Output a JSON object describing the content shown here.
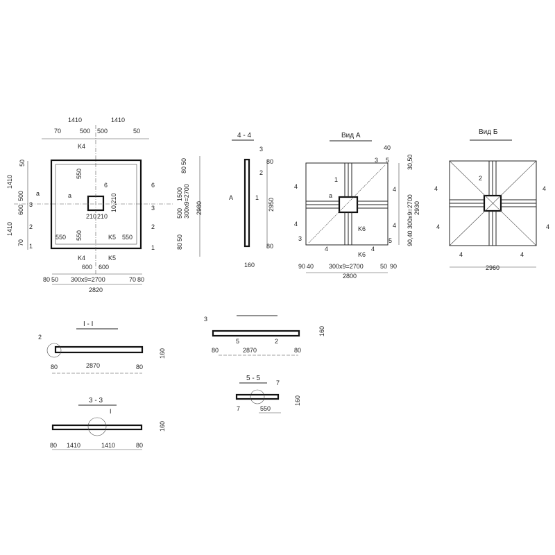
{
  "plan": {
    "top_dims": [
      "1410",
      "1410"
    ],
    "top_sub": [
      "70",
      "500",
      "500",
      "50"
    ],
    "left_dims": [
      "50",
      "1410",
      "500",
      "600",
      "1410",
      "70"
    ],
    "inner": [
      "550",
      "550",
      "550",
      "550",
      "210",
      "210",
      "10,210"
    ],
    "bottom_sub": [
      "600",
      "600"
    ],
    "bottom_row": [
      "80",
      "50",
      "300x9=2700",
      "70",
      "80"
    ],
    "total": "2820",
    "marks": [
      "K4",
      "K4",
      "K5",
      "K5",
      "1",
      "2",
      "3",
      "1",
      "2",
      "3",
      "a",
      "a",
      "6",
      "6"
    ]
  },
  "side_dims": [
    "50",
    "80",
    "500",
    "1500",
    "300x9=2700",
    "2980",
    "80",
    "50"
  ],
  "section_4_4": {
    "title": "4 - 4",
    "labels": [
      "3",
      "2",
      "A",
      "1",
      "80",
      "2950",
      "80",
      "160"
    ]
  },
  "view_a": {
    "title": "Вид А",
    "labels": [
      "1",
      "4",
      "4",
      "4",
      "4",
      "4",
      "4",
      "3",
      "3",
      "5",
      "5",
      "K6",
      "K6",
      "a",
      "40",
      "30,50",
      "300x9=2700",
      "2930",
      "90,40"
    ],
    "bottom": [
      "90",
      "40",
      "300x9=2700",
      "50",
      "90"
    ],
    "total": "2800"
  },
  "view_b": {
    "title": "Вид Б",
    "labels": [
      "2",
      "4",
      "4",
      "4",
      "4",
      "4",
      "4"
    ],
    "total": "2960"
  },
  "section_1_1": {
    "title": "I - I",
    "labels": [
      "2",
      "80",
      "2870",
      "80",
      "160"
    ]
  },
  "section_2_2": {
    "labels": [
      "3",
      "5",
      "2",
      "80",
      "2870",
      "80",
      "160"
    ]
  },
  "section_3_3": {
    "title": "3 - 3",
    "labels": [
      "I",
      "80",
      "1410",
      "1410",
      "80",
      "160"
    ]
  },
  "section_5_5": {
    "title": "5 - 5",
    "labels": [
      "7",
      "7",
      "550",
      "160"
    ]
  }
}
